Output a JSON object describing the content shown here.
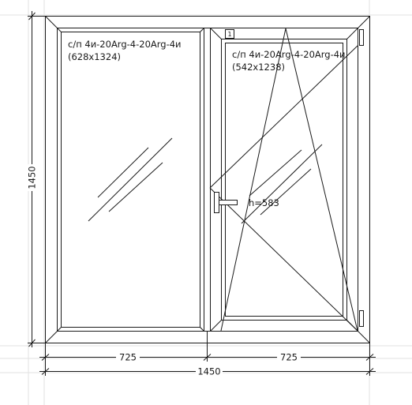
{
  "dimensions": {
    "total_width": "1450",
    "section_left_width": "725",
    "section_right_width": "725",
    "total_height": "1450"
  },
  "panes": {
    "left": {
      "formula": "с/п 4и-20Arg-4-20Arg-4и",
      "size": "(628x1324)"
    },
    "right": {
      "formula": "с/п 4и-20Arg-4-20Arg-4и",
      "size": "(542x1238)"
    }
  },
  "handle": {
    "height_label": "h=583"
  },
  "sash": {
    "number": "1"
  },
  "colors": {
    "line": "#1a1a1a",
    "grid": "#e2e2e2",
    "background": "#ffffff"
  }
}
